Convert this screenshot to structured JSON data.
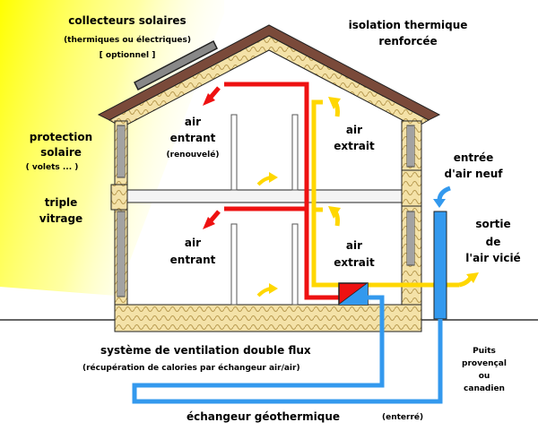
{
  "labels": {
    "collector_title": "collecteurs solaires",
    "collector_sub": "(thermiques ou électriques)",
    "collector_opt": "[ optionnel ]",
    "insulation_1": "isolation thermique",
    "insulation_2": "renforcée",
    "protection_1": "protection",
    "protection_2": "solaire",
    "protection_3": "( volets ... )",
    "triple_1": "triple",
    "triple_2": "vitrage",
    "air_in_up_1": "air",
    "air_in_up_2": "entrant",
    "air_in_up_3": "(renouvelé)",
    "air_out_up_1": "air",
    "air_out_up_2": "extrait",
    "air_in_low_1": "air",
    "air_in_low_2": "entrant",
    "air_out_low_1": "air",
    "air_out_low_2": "extrait",
    "fresh_1": "entrée",
    "fresh_2": "d'air neuf",
    "stale_1": "sortie",
    "stale_2": "de",
    "stale_3": "l'air vicié",
    "system_title": "système de ventilation double flux",
    "system_sub": "(récupération de calories par échangeur air/air)",
    "puits_1": "Puits",
    "puits_2": "provençal",
    "puits_3": "ou",
    "puits_4": "canadien",
    "geo_title": "échangeur géothermique",
    "geo_sub": "(enterré)"
  },
  "colors": {
    "supply": "#ee1111",
    "extract": "#ffd700",
    "fresh": "#3399ee",
    "insulation": "#f4e2a8",
    "wall": "#222222",
    "roof": "#7a4a3a",
    "sun": "#ffff00"
  }
}
